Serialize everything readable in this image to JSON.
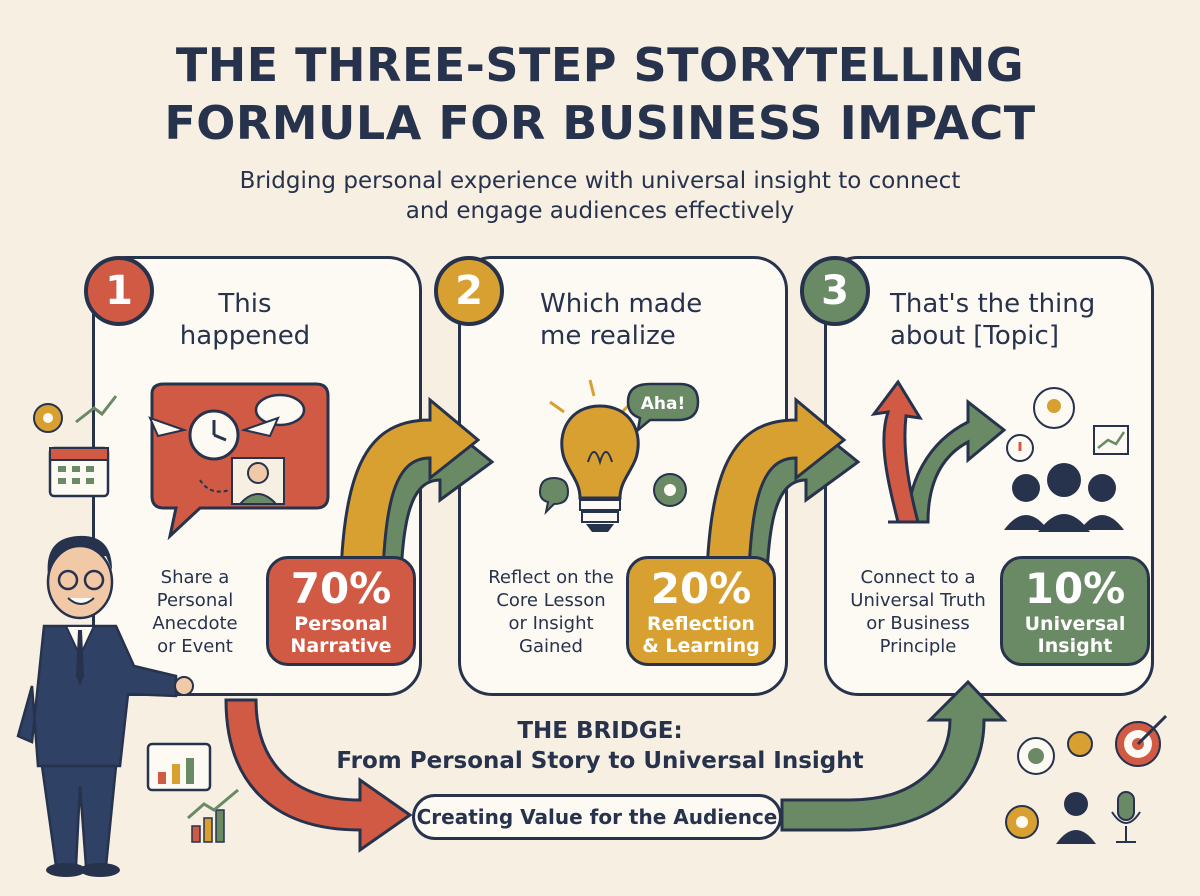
{
  "title_line1": "THE THREE-STEP STORYTELLING",
  "title_line2": "FORMULA FOR BUSINESS IMPACT",
  "subtitle_line1": "Bridging personal experience with universal insight to connect",
  "subtitle_line2": "and engage audiences effectively",
  "steps": [
    {
      "number": "1",
      "title_line1": "This",
      "title_line2": "happened",
      "desc": [
        "Share a",
        "Personal",
        "Anecdote",
        "or Event"
      ],
      "percent": "70%",
      "percent_label": [
        "Personal",
        "Narrative"
      ],
      "color": "#d05a43"
    },
    {
      "number": "2",
      "title_line1": "Which made",
      "title_line2": "me realize",
      "desc": [
        "Reflect on the",
        "Core Lesson",
        "or Insight",
        "Gained"
      ],
      "percent": "20%",
      "percent_label": [
        "Reflection",
        "& Learning"
      ],
      "color": "#d8a030",
      "bubble": "Aha!"
    },
    {
      "number": "3",
      "title_line1": "That's the thing",
      "title_line2": "about [Topic]",
      "desc": [
        "Connect to a",
        "Universal Truth",
        "or Business",
        "Principle"
      ],
      "percent": "10%",
      "percent_label": [
        "Universal",
        "Insight"
      ],
      "color": "#6a8a65"
    }
  ],
  "bridge": {
    "title_line1": "THE BRIDGE:",
    "title_line2": "From Personal Story to Universal Insight",
    "pill": "Creating Value for the Audience"
  },
  "colors": {
    "background": "#f6efe2",
    "navy": "#27324d",
    "red": "#d05a43",
    "gold": "#d8a030",
    "green": "#6a8a65"
  }
}
